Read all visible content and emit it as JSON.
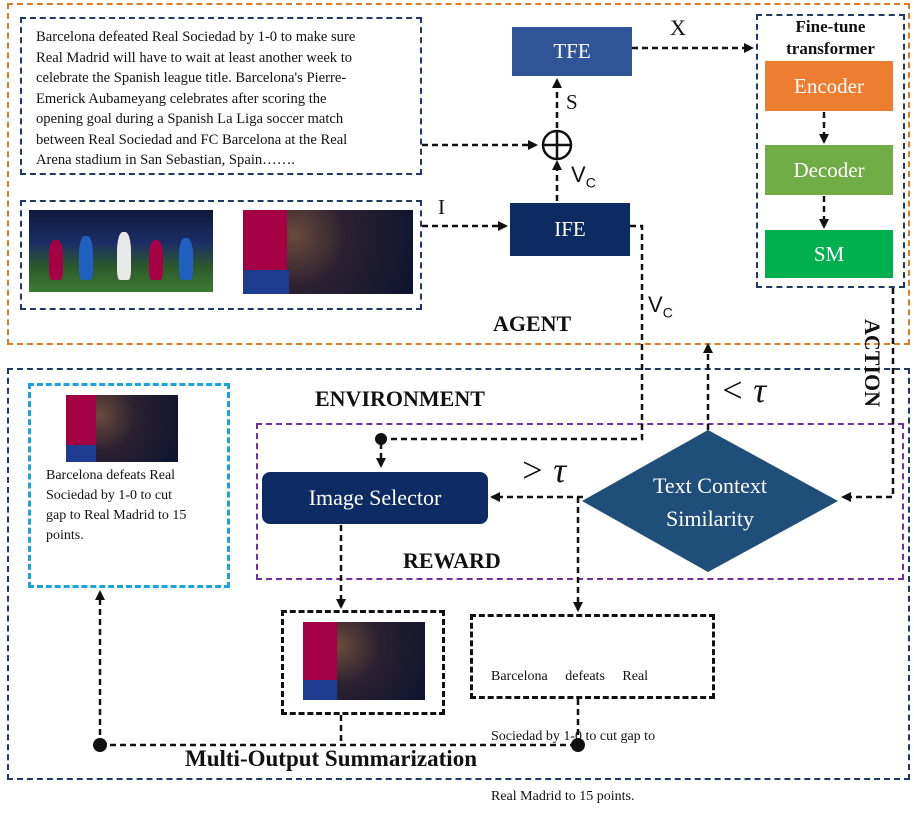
{
  "article": {
    "lines": [
      "Barcelona defeated Real Sociedad by 1-0 to make sure",
      "Real Madrid will have to wait at least another week to",
      "celebrate the Spanish league title.  Barcelona's Pierre-",
      "Emerick Aubameyang celebrates after scoring the",
      "opening goal during a Spanish La Liga soccer match",
      "between Real Sociedad and FC Barcelona at the Real",
      "Arena stadium in San Sebastian, Spain……."
    ]
  },
  "blocks": {
    "tfe": "TFE",
    "ife": "IFE",
    "encoder": "Encoder",
    "decoder": "Decoder",
    "sm": "SM",
    "image_selector": "Image Selector",
    "text_context_similarity_line1": "Text Context",
    "text_context_similarity_line2": "Similarity"
  },
  "labels": {
    "fine_tune_line1": "Fine-tune",
    "fine_tune_line2": "transformer",
    "agent": "AGENT",
    "environment": "ENVIRONMENT",
    "reward": "REWARD",
    "action": "ACTION",
    "multi_output": "Multi-Output Summarization",
    "x": "X",
    "s": "S",
    "i": "I",
    "vc_main": "V",
    "vc_sub": "C",
    "less_tau": "< τ",
    "greater_tau": "> τ"
  },
  "summaries": {
    "left_lines": [
      "Barcelona defeats Real",
      "Sociedad by 1-0 to cut",
      "gap to Real Madrid to 15",
      "points."
    ],
    "bottom_lines": [
      "Barcelona     defeats     Real",
      "Sociedad by 1-0 to cut gap to",
      "Real Madrid to 15 points."
    ]
  },
  "colors": {
    "agent_border": "#e07b24",
    "environment_border": "#1f3864",
    "reward_border": "#7030a0",
    "tfe": "#2f5597",
    "ife": "#0d2b63",
    "encoder": "#ed7d31",
    "decoder": "#70ad47",
    "sm": "#00b050",
    "image_selector": "#0d2b63",
    "similarity": "#1f4e79",
    "summary_border": "#1aa3e0"
  }
}
